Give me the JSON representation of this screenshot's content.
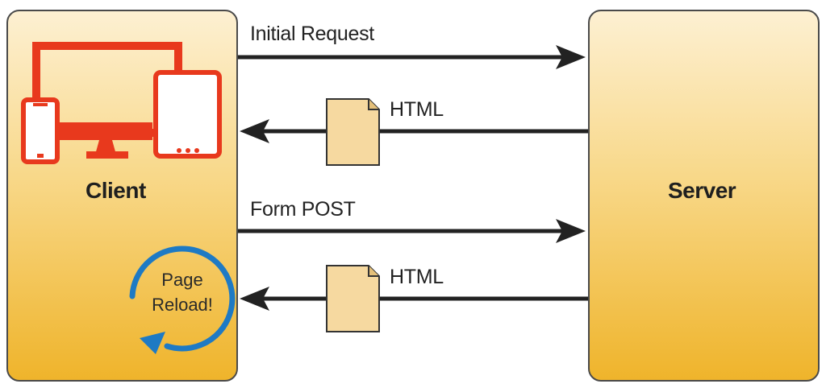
{
  "client": {
    "label": "Client",
    "reload_line1": "Page",
    "reload_line2": "Reload!"
  },
  "server": {
    "label": "Server"
  },
  "messages": {
    "initial_request": "Initial Request",
    "html_response_1": "HTML",
    "form_post": "Form POST",
    "html_response_2": "HTML"
  },
  "icons": [
    "desktop-monitor-icon",
    "smartphone-icon",
    "tablet-icon",
    "document-icon",
    "reload-arrow-icon"
  ],
  "colors": {
    "device_red": "#e8391d",
    "box_top": "#fdf0d2",
    "box_bottom": "#efb42b",
    "reload_blue": "#1e7ac4",
    "document_fill": "#f6d9a0",
    "arrow": "#222222"
  }
}
